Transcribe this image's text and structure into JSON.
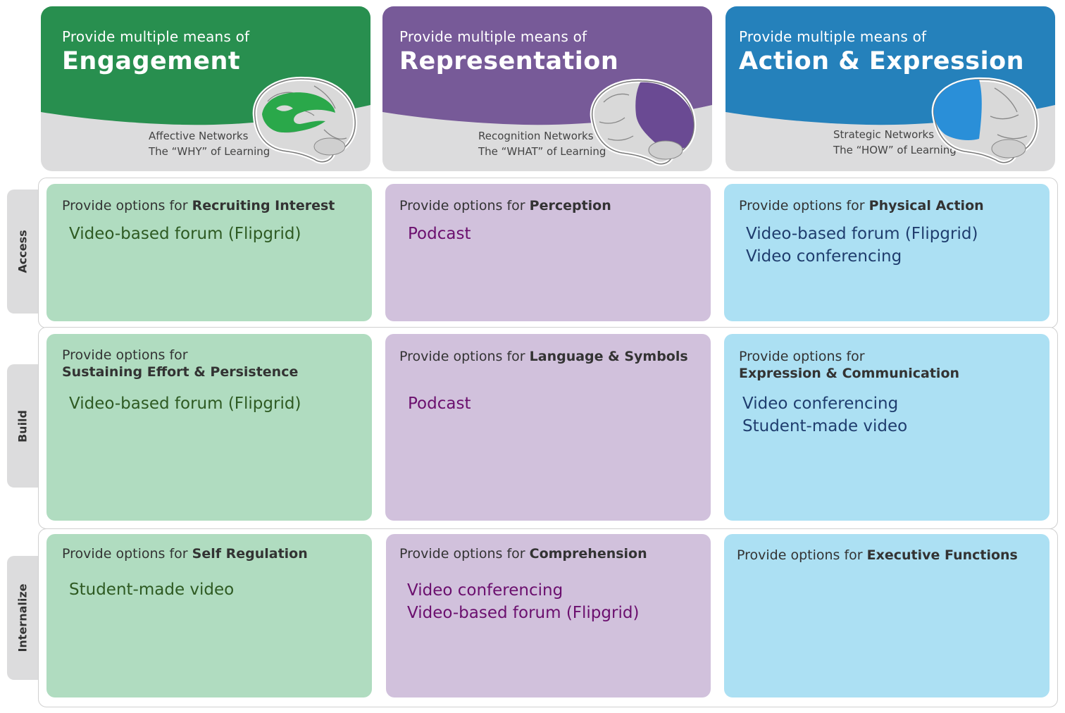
{
  "columns": [
    {
      "lead": "Provide multiple means of",
      "title": "Engagement",
      "network": "Affective Networks",
      "learning": "The “WHY” of Learning",
      "color": "#288f4f",
      "brain_highlight": "#2aa84a"
    },
    {
      "lead": "Provide multiple means of",
      "title": "Representation",
      "network": "Recognition Networks",
      "learning": "The “WHAT” of Learning",
      "color": "#775a98",
      "brain_highlight": "#6a4a93"
    },
    {
      "lead": "Provide multiple means of",
      "title": "Action & Expression",
      "network": "Strategic Networks",
      "learning": "The “HOW” of Learning",
      "color": "#2581bb",
      "brain_highlight": "#2a8fd8"
    }
  ],
  "rows": [
    {
      "label": "Access",
      "cells": [
        {
          "prefix": "Provide options for ",
          "bold": "Recruiting Interest",
          "items": [
            "Video-based forum (Flipgrid)"
          ]
        },
        {
          "prefix": "Provide options for ",
          "bold": "Perception",
          "items": [
            "Podcast"
          ]
        },
        {
          "prefix": "Provide options for ",
          "bold": "Physical Action",
          "items": [
            "Video-based forum (Flipgrid)",
            "Video conferencing"
          ]
        }
      ]
    },
    {
      "label": "Build",
      "cells": [
        {
          "prefix": "Provide options for",
          "bold": "Sustaining Effort & Persistence",
          "items": [
            "Video-based forum (Flipgrid)"
          ]
        },
        {
          "prefix": "Provide options for ",
          "bold": "Language & Symbols",
          "items": [
            "Podcast"
          ]
        },
        {
          "prefix": "Provide options for",
          "bold": "Expression & Communication",
          "items": [
            "Video conferencing",
            "Student-made video"
          ]
        }
      ]
    },
    {
      "label": "Internalize",
      "cells": [
        {
          "prefix": "Provide options for ",
          "bold": "Self Regulation",
          "items": [
            "Student-made video"
          ]
        },
        {
          "prefix": "Provide options for ",
          "bold": "Comprehension",
          "items": [
            "Video conferencing",
            "Video-based forum (Flipgrid)"
          ]
        },
        {
          "prefix": "Provide options for ",
          "bold": "Executive Functions",
          "items": []
        }
      ]
    }
  ]
}
